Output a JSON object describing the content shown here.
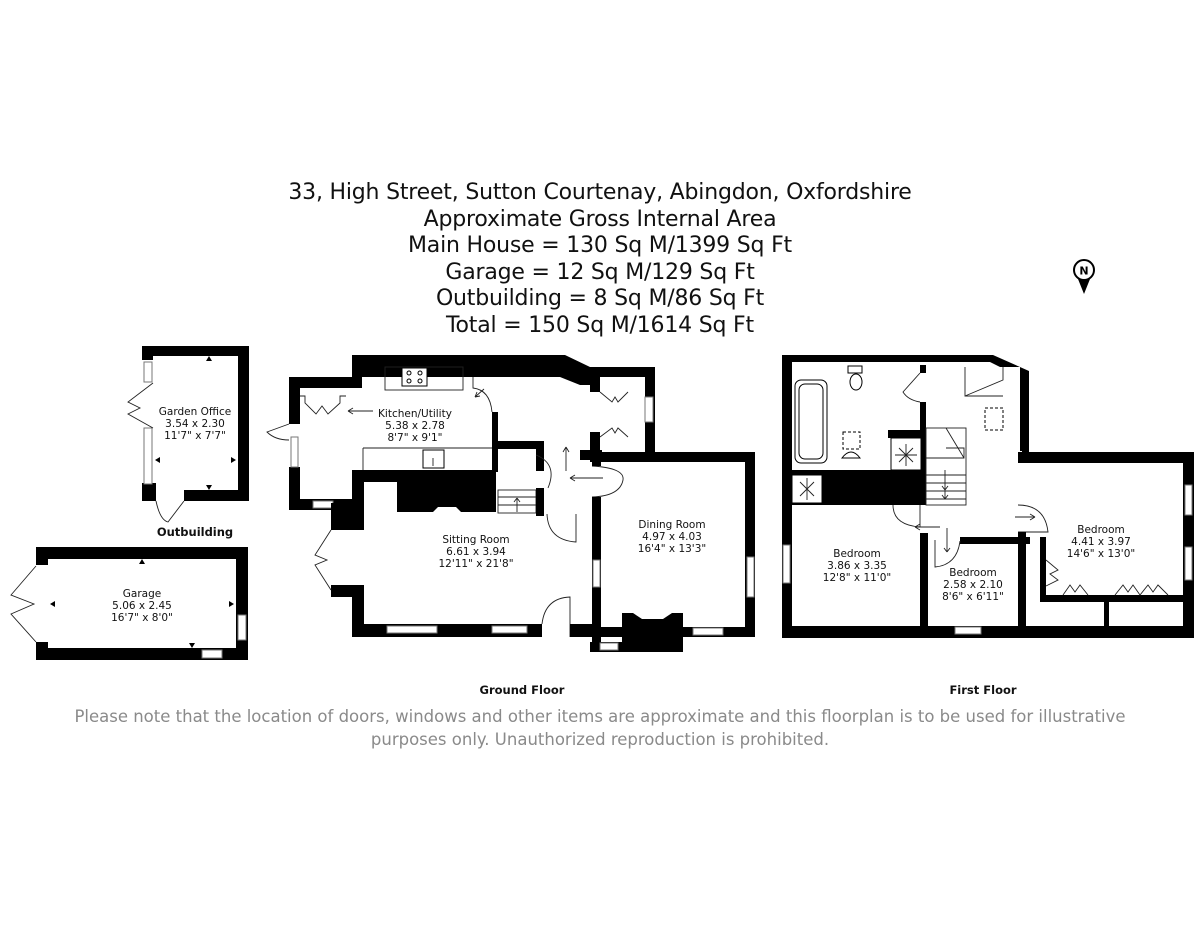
{
  "header": {
    "address": "33, High Street, Sutton Courtenay, Abingdon, Oxfordshire",
    "subtitle": "Approximate Gross Internal Area",
    "areas": [
      "Main House = 130 Sq M/1399 Sq Ft",
      "Garage = 12 Sq M/129 Sq Ft",
      "Outbuilding = 8 Sq M/86 Sq Ft",
      "Total = 150 Sq M/1614 Sq Ft"
    ]
  },
  "compass": {
    "label": "N",
    "icon": "north-arrow-icon"
  },
  "outbuilding": {
    "label": "Outbuilding",
    "rooms": [
      {
        "name": "Garden Office",
        "metric": "3.54 x 2.30",
        "imperial": "11'7\" x 7'7\""
      },
      {
        "name": "Garage",
        "metric": "5.06 x 2.45",
        "imperial": "16'7\" x 8'0\""
      }
    ]
  },
  "ground_floor": {
    "label": "Ground Floor",
    "rooms": [
      {
        "name": "Kitchen/Utility",
        "metric": "5.38 x 2.78",
        "imperial": "8'7\" x 9'1\""
      },
      {
        "name": "Sitting Room",
        "metric": "6.61 x 3.94",
        "imperial": "12'11\" x 21'8\""
      },
      {
        "name": "Dining Room",
        "metric": "4.97 x 4.03",
        "imperial": "16'4\" x 13'3\""
      }
    ]
  },
  "first_floor": {
    "label": "First Floor",
    "rooms": [
      {
        "name": "Bedroom",
        "metric": "3.86 x 3.35",
        "imperial": "12'8\" x 11'0\""
      },
      {
        "name": "Bedroom",
        "metric": "2.58 x 2.10",
        "imperial": "8'6\" x 6'11\""
      },
      {
        "name": "Bedroom",
        "metric": "4.41 x 3.97",
        "imperial": "14'6\" x 13'0\""
      }
    ]
  },
  "disclaimer": {
    "line1": "Please note that the location of doors, windows and other items are approximate and this floorplan is to be used for illustrative",
    "line2": "purposes only. Unauthorized reproduction is prohibited."
  },
  "colors": {
    "wall": "#000000",
    "text": "#111111",
    "disclaimer": "#8a8a8a",
    "background": "#ffffff"
  }
}
